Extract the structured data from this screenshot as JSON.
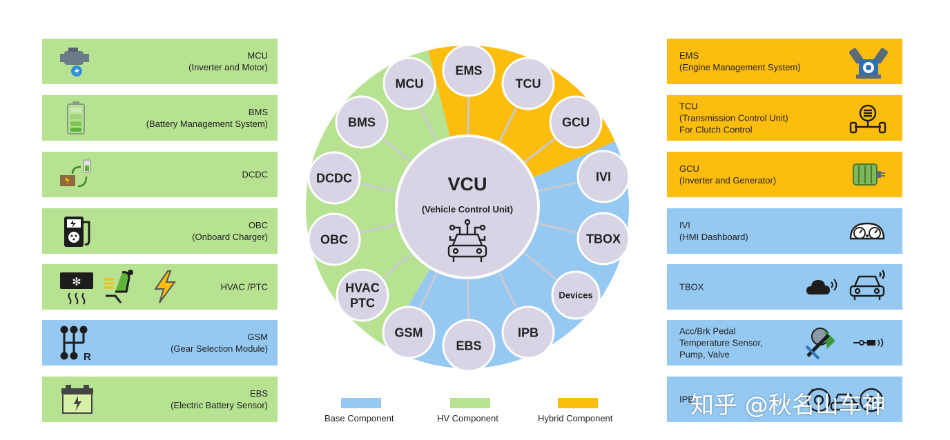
{
  "left_panels": [
    {
      "line1": "MCU",
      "line2": "(Inverter and Motor)",
      "icon": "motor-icon",
      "color": "green"
    },
    {
      "line1": "BMS",
      "line2": "(Battery Management  System)",
      "icon": "battery-icon",
      "color": "green"
    },
    {
      "line1": "DCDC",
      "line2": "",
      "icon": "dcdc-converter-icon",
      "color": "green"
    },
    {
      "line1": "OBC",
      "line2": "(Onboard Charger)",
      "icon": "ev-charger-icon",
      "color": "green"
    },
    {
      "line1": "HVAC /PTC",
      "line2": "",
      "icon": "air-conditioner-icon",
      "color": "green"
    },
    {
      "line1": "GSM",
      "line2": "(Gear Selection Module)",
      "icon": "gear-shift-icon",
      "color": "blue"
    },
    {
      "line1": "EBS",
      "line2": "(Electric Battery Sensor)",
      "icon": "car-battery-icon",
      "color": "blue"
    }
  ],
  "right_panels": [
    {
      "lines": [
        "EMS",
        "(Engine Management  System)"
      ],
      "icon": "engine-icon",
      "color": "orange"
    },
    {
      "lines": [
        "TCU",
        "(Transmission Control Unit)",
        "For Clutch Control"
      ],
      "icon": "transmission-icon",
      "color": "orange"
    },
    {
      "lines": [
        "GCU",
        "(Inverter and Generator)"
      ],
      "icon": "generator-icon",
      "color": "orange"
    },
    {
      "lines": [
        "IVI",
        "(HMI Dashboard)"
      ],
      "icon": "dashboard-gauge-icon",
      "color": "blue"
    },
    {
      "lines": [
        "TBOX"
      ],
      "icon": "cloud-car-icon",
      "color": "blue"
    },
    {
      "lines": [
        "Acc/Brk Pedal",
        "Temperature  Sensor,",
        "Pump, Valve"
      ],
      "icon": "sensor-icon",
      "color": "blue"
    },
    {
      "lines": [
        "IPB"
      ],
      "icon": "brake-icon",
      "color": "blue"
    }
  ],
  "hub": {
    "title": "VCU",
    "subtitle": "(Vehicle Control Unit)",
    "icon": "smart-car-icon"
  },
  "nodes": [
    "MCU",
    "EMS",
    "TCU",
    "GCU",
    "IVI",
    "TBOX",
    "Devices",
    "IPB",
    "EBS",
    "GSM",
    "HVAC\nPTC",
    "OBC",
    "DCDC",
    "BMS"
  ],
  "legend": [
    {
      "label": "Base Component",
      "color": "#95c9f2"
    },
    {
      "label": "HV Component",
      "color": "#b6e291"
    },
    {
      "label": "Hybrid Component",
      "color": "#fdbd0f"
    }
  ],
  "colors": {
    "green": "#b6e291",
    "orange": "#fdbd0f",
    "blue": "#95c9f2"
  },
  "watermark": "知乎 @秋名山车神"
}
